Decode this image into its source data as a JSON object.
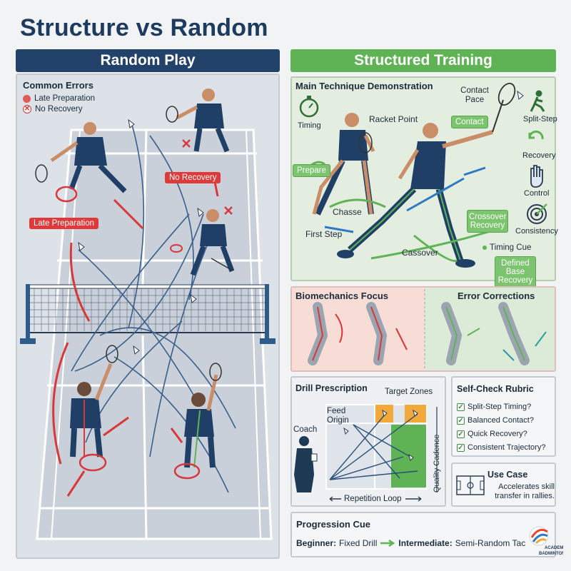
{
  "title": "Structure vs Random",
  "random_play": {
    "banner": "Random Play",
    "common_errors": {
      "heading": "Common Errors",
      "items": [
        "Late Preparation",
        "No Recovery"
      ]
    },
    "tags": {
      "no_recovery": "No Recovery",
      "late_preparation": "Late Preparation"
    }
  },
  "structured_training": {
    "banner": "Structured Training",
    "demo": {
      "heading": "Main Technique Demonstration",
      "timing": "Timing",
      "racket_point": "Racket Point",
      "contact_pace": "Contact Pace",
      "contact": "Contact",
      "prepare": "Prepare",
      "chasse": "Chasse",
      "first_step": "First Step",
      "cassover": "Cassover",
      "crossover_recovery": "Crossover Recovery",
      "timing_cue": "Timing Cue",
      "defined_base_recovery": "Defined Base Recovery",
      "side_icons": [
        {
          "icon": "split-step-runner-icon",
          "label": "Split-Step"
        },
        {
          "icon": "recovery-arrows-icon",
          "label": "Recovery"
        },
        {
          "icon": "control-hand-icon",
          "label": "Control"
        },
        {
          "icon": "consistency-target-icon",
          "label": "Consistency"
        }
      ]
    },
    "biomechanics": {
      "heading": "Biomechanics Focus"
    },
    "error_corrections": {
      "heading": "Error Corrections"
    },
    "drill": {
      "heading": "Drill Prescription",
      "target_zones": "Target Zones",
      "feed_origin": "Feed Origin",
      "coach": "Coach",
      "quality_cadence": "Quality Cadence",
      "repetition_loop": "Repetition Loop"
    },
    "rubric": {
      "heading": "Self-Check Rubric",
      "items": [
        "Split-Step Timing?",
        "Balanced Contact?",
        "Quick Recovery?",
        "Consistent Trajectory?"
      ]
    },
    "use_case": {
      "heading": "Use Case",
      "text": "Accelerates skill transfer in rallies."
    },
    "progression": {
      "heading": "Progression Cue",
      "beginner_label": "Beginner:",
      "beginner_value": "Fixed Drill",
      "intermediate_label": "Intermediate:",
      "intermediate_value": "Semi-Random Tac"
    }
  },
  "logo": {
    "line1": "ACADEMY",
    "line2": "BADMINTON"
  },
  "colors": {
    "navy": "#22426a",
    "green": "#5fb354",
    "red": "#de3a3a",
    "arrow_blue": "#3a5f8a"
  }
}
